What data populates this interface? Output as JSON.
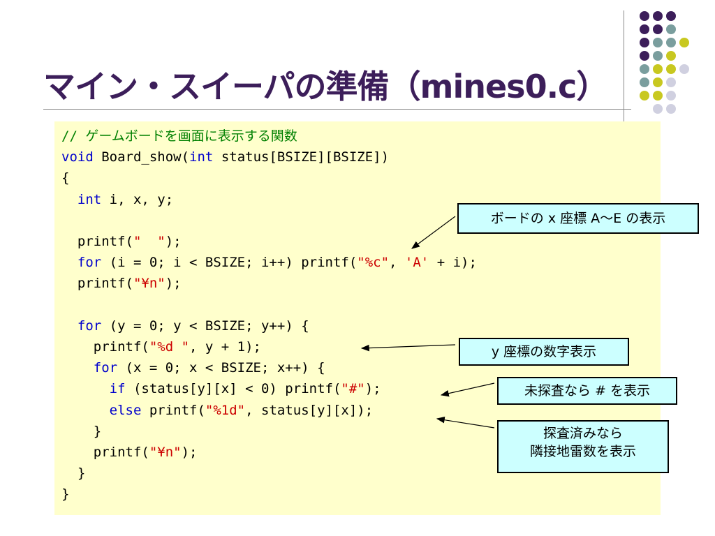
{
  "slide": {
    "title": "マイン・スイーパの準備（mines0.c）",
    "accent_colors": [
      "#3c1e5a",
      "#7a9e9e",
      "#c8c820",
      "#d0d0e0"
    ]
  },
  "code": {
    "lines": [
      [
        {
          "t": "// ゲームボードを画面に表示する関数",
          "c": "comment"
        }
      ],
      [
        {
          "t": "void",
          "c": "kw"
        },
        {
          "t": " Board_show("
        },
        {
          "t": "int",
          "c": "kw"
        },
        {
          "t": " status[BSIZE][BSIZE])"
        }
      ],
      [
        {
          "t": "{"
        }
      ],
      [
        {
          "t": "  "
        },
        {
          "t": "int",
          "c": "kw"
        },
        {
          "t": " i, x, y;"
        }
      ],
      [
        {
          "t": ""
        }
      ],
      [
        {
          "t": "  printf("
        },
        {
          "t": "\"  \"",
          "c": "str"
        },
        {
          "t": ");"
        }
      ],
      [
        {
          "t": "  "
        },
        {
          "t": "for",
          "c": "kw"
        },
        {
          "t": " (i = 0; i < BSIZE; i++) printf("
        },
        {
          "t": "\"%c\"",
          "c": "str"
        },
        {
          "t": ", "
        },
        {
          "t": "'A'",
          "c": "str"
        },
        {
          "t": " + i);"
        }
      ],
      [
        {
          "t": "  printf("
        },
        {
          "t": "\"¥n\"",
          "c": "str"
        },
        {
          "t": ");"
        }
      ],
      [
        {
          "t": ""
        }
      ],
      [
        {
          "t": "  "
        },
        {
          "t": "for",
          "c": "kw"
        },
        {
          "t": " (y = 0; y < BSIZE; y++) {"
        }
      ],
      [
        {
          "t": "    printf("
        },
        {
          "t": "\"%d \"",
          "c": "str"
        },
        {
          "t": ", y + 1);"
        }
      ],
      [
        {
          "t": "    "
        },
        {
          "t": "for",
          "c": "kw"
        },
        {
          "t": " (x = 0; x < BSIZE; x++) {"
        }
      ],
      [
        {
          "t": "      "
        },
        {
          "t": "if",
          "c": "kw"
        },
        {
          "t": " (status[y][x] < 0) printf("
        },
        {
          "t": "\"#\"",
          "c": "str"
        },
        {
          "t": ");"
        }
      ],
      [
        {
          "t": "      "
        },
        {
          "t": "else",
          "c": "kw"
        },
        {
          "t": " printf("
        },
        {
          "t": "\"%1d\"",
          "c": "str"
        },
        {
          "t": ", status[y][x]);"
        }
      ],
      [
        {
          "t": "    }"
        }
      ],
      [
        {
          "t": "    printf("
        },
        {
          "t": "\"¥n\"",
          "c": "str"
        },
        {
          "t": ");"
        }
      ],
      [
        {
          "t": "  }"
        }
      ],
      [
        {
          "t": "}"
        }
      ]
    ]
  },
  "callouts": {
    "x_coord": "ボードの x 座標 A～E の表示",
    "y_coord": "y 座標の数字表示",
    "unexplored": "未探査なら # を表示",
    "explored_line1": "探査済みなら",
    "explored_line2": "隣接地雷数を表示"
  }
}
